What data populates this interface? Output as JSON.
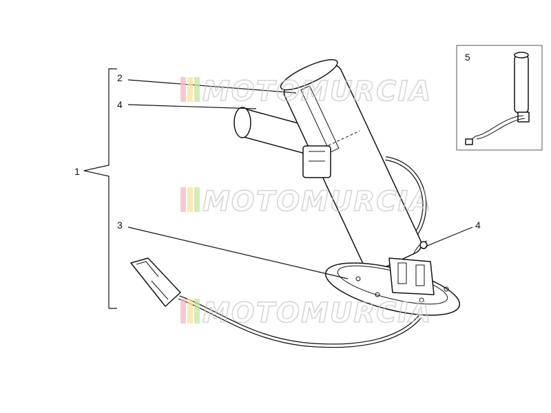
{
  "callouts": [
    {
      "id": "assembly",
      "label": "1"
    },
    {
      "id": "pump-body",
      "label": "2"
    },
    {
      "id": "base-flange",
      "label": "3"
    },
    {
      "id": "clip-upper",
      "label": "4"
    },
    {
      "id": "clip-lower",
      "label": "4"
    },
    {
      "id": "level-sensor",
      "label": "5"
    }
  ],
  "watermark": {
    "text": "MOTOMURCIA",
    "colors": [
      "#f6b9c0",
      "#fbe39a",
      "#bfe6a8"
    ]
  }
}
